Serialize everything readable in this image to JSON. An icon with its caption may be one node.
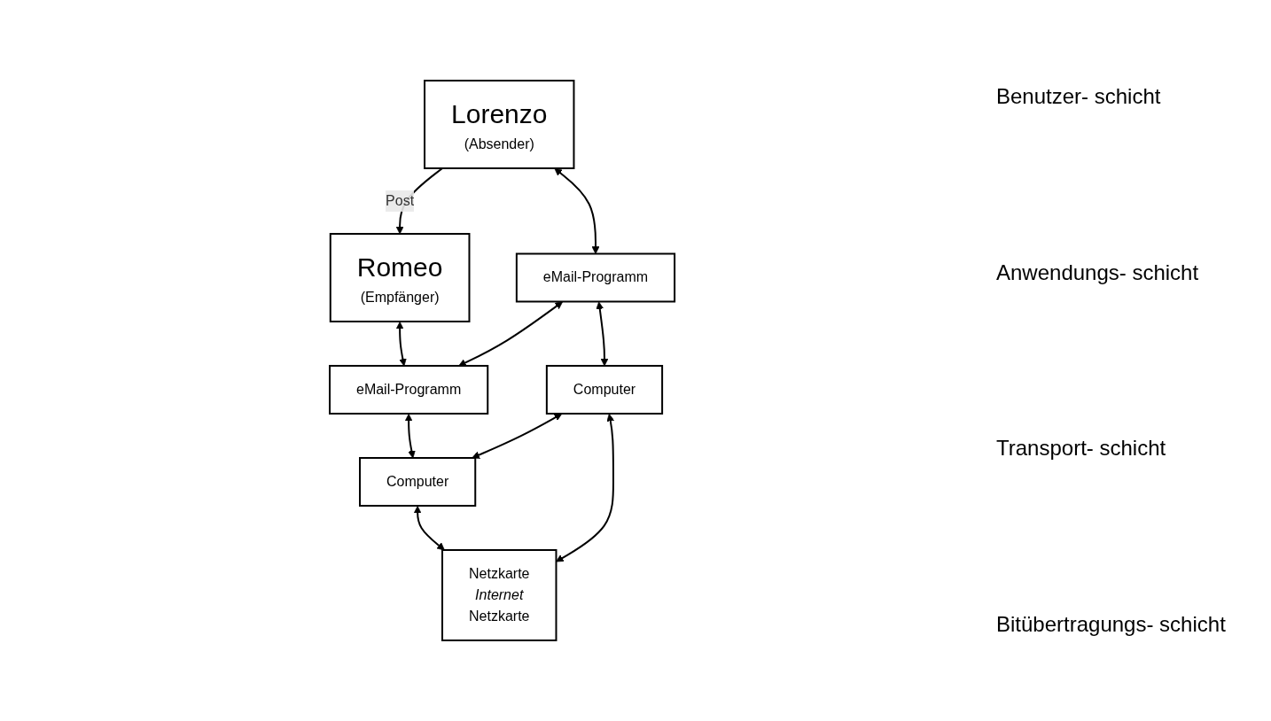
{
  "diagram": {
    "nodes": [
      {
        "text": [
          "Lorenzo",
          "(Absender)"
        ]
      },
      {
        "text": [
          "Romeo",
          "(Empfänger)"
        ]
      },
      {
        "text": [
          "eMail-Programm"
        ]
      },
      {
        "text": [
          "eMail-Programm"
        ]
      },
      {
        "text": [
          "Computer"
        ]
      },
      {
        "text": [
          "Computer"
        ]
      },
      {
        "text": [
          "Netzkarte",
          "Internet",
          "Netzkarte"
        ]
      }
    ],
    "edges": [
      {
        "from": 0,
        "to": 1,
        "arrow": "to",
        "label": "Post"
      },
      {
        "from": 0,
        "to": 2,
        "arrow": "both"
      },
      {
        "from": 1,
        "to": 3,
        "arrow": "both"
      },
      {
        "from": 2,
        "to": 3,
        "arrow": "both"
      },
      {
        "from": 2,
        "to": 4,
        "arrow": "both"
      },
      {
        "from": 3,
        "to": 5,
        "arrow": "both"
      },
      {
        "from": 4,
        "to": 5,
        "arrow": "both"
      },
      {
        "from": 4,
        "to": 6,
        "arrow": "both"
      },
      {
        "from": 5,
        "to": 6,
        "arrow": "both"
      }
    ],
    "labels": [
      "Benutzer- schicht",
      "Anwendungs- schicht",
      "Transport- schicht",
      "Bitübertragungs- schicht"
    ]
  }
}
